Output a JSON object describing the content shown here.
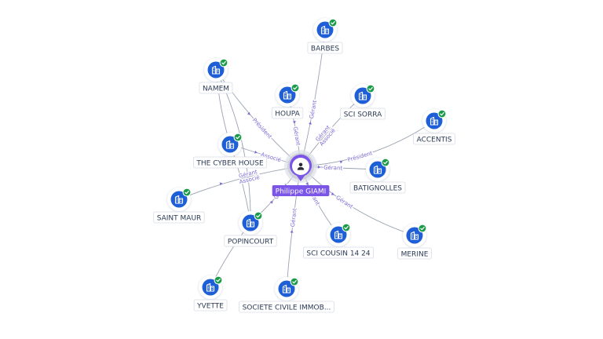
{
  "colors": {
    "edge": "#9aa3b2",
    "edge_label": "#7b6ad6",
    "company": "#1e5fd8",
    "check": "#1a9b4a",
    "person": "#7b54e8",
    "label_border": "#d8dce6"
  },
  "person": {
    "name": "Philippe GIAMI",
    "icon": "user-icon"
  },
  "companies": [
    {
      "id": "barbes",
      "label": "BARBES",
      "icon": "building-icon",
      "badge": "check-icon"
    },
    {
      "id": "namem",
      "label": "NAMEM",
      "icon": "building-icon",
      "badge": "check-icon"
    },
    {
      "id": "houpa",
      "label": "HOUPA",
      "icon": "building-icon",
      "badge": "check-icon"
    },
    {
      "id": "sci_sorra",
      "label": "SCI SORRA",
      "icon": "building-icon",
      "badge": "check-icon"
    },
    {
      "id": "accentis",
      "label": "ACCENTIS",
      "icon": "building-icon",
      "badge": "check-icon"
    },
    {
      "id": "cyber_house",
      "label": "THE CYBER HOUSE",
      "icon": "building-icon",
      "badge": "check-icon"
    },
    {
      "id": "batignolles",
      "label": "BATIGNOLLES",
      "icon": "building-icon",
      "badge": "check-icon"
    },
    {
      "id": "saint_maur",
      "label": "SAINT MAUR",
      "icon": "building-icon",
      "badge": "check-icon"
    },
    {
      "id": "popincourt",
      "label": "POPINCOURT",
      "icon": "building-icon",
      "badge": "check-icon"
    },
    {
      "id": "sci_cousin",
      "label": "SCI COUSIN 14 24",
      "icon": "building-icon",
      "badge": "check-icon"
    },
    {
      "id": "merine",
      "label": "MERINE",
      "icon": "building-icon",
      "badge": "check-icon"
    },
    {
      "id": "yvette",
      "label": "YVETTE",
      "icon": "building-icon",
      "badge": "check-icon"
    },
    {
      "id": "sci_immob",
      "label": "SOCIETE CIVILE IMMOB...",
      "icon": "building-icon",
      "badge": "check-icon"
    }
  ],
  "edges": [
    {
      "from": "person",
      "to": "barbes",
      "label": "Gérant"
    },
    {
      "from": "person",
      "to": "namem",
      "label": "Président"
    },
    {
      "from": "person",
      "to": "houpa",
      "label": "Gérant"
    },
    {
      "from": "person",
      "to": "sci_sorra",
      "label": "Gérant Associé"
    },
    {
      "from": "person",
      "to": "accentis",
      "label": "Président"
    },
    {
      "from": "person",
      "to": "cyber_house",
      "label": "Associé"
    },
    {
      "from": "person",
      "to": "batignolles",
      "label": "Gérant"
    },
    {
      "from": "person",
      "to": "saint_maur",
      "label": "Gérant Associé"
    },
    {
      "from": "person",
      "to": "popincourt",
      "label": "Gérant"
    },
    {
      "from": "person",
      "to": "sci_cousin",
      "label": "Gérant"
    },
    {
      "from": "person",
      "to": "merine",
      "label": "Gérant"
    },
    {
      "from": "person",
      "to": "sci_immob",
      "label": "Gérant"
    },
    {
      "from": "namem",
      "to": "cyber_house",
      "label": ""
    },
    {
      "from": "namem",
      "to": "popincourt",
      "label": ""
    },
    {
      "from": "cyber_house",
      "to": "popincourt",
      "label": ""
    },
    {
      "from": "popincourt",
      "to": "yvette",
      "label": ""
    }
  ]
}
